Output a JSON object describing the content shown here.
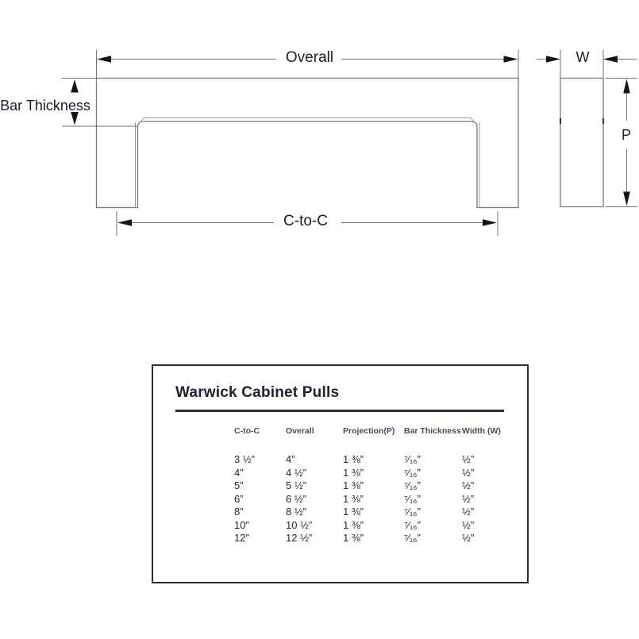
{
  "diagram": {
    "front_view": {
      "overall_label": "Overall",
      "bar_thickness_label": "Bar Thickness",
      "c_to_c_label": "C-to-C"
    },
    "side_view": {
      "width_label": "W",
      "projection_label": "P"
    }
  },
  "table": {
    "title": "Warwick Cabinet Pulls",
    "columns": [
      "C-to-C",
      "Overall",
      "Projection(P)",
      "Bar Thickness",
      "Width (W)"
    ],
    "rows": [
      [
        "3 ½”",
        "4”",
        "1 ⅜”",
        "⁷⁄₁₆”",
        "½”"
      ],
      [
        "4”",
        "4 ½”",
        "1 ⅜”",
        "⁷⁄₁₆”",
        "½”"
      ],
      [
        "5”",
        "5 ½”",
        "1 ⅜”",
        "⁷⁄₁₆”",
        "½”"
      ],
      [
        "6”",
        "6 ½”",
        "1 ⅜”",
        "⁷⁄₁₆”",
        "½”"
      ],
      [
        "8”",
        "8 ½”",
        "1 ⅜”",
        "⁷⁄₁₆”",
        "½”"
      ],
      [
        "10”",
        "10 ½”",
        "1 ⅜”",
        "⁷⁄₁₆”",
        "½”"
      ],
      [
        "12”",
        "12 ½”",
        "1 ⅜”",
        "⁷⁄₁₆”",
        "½”"
      ]
    ]
  },
  "colors": {
    "part_outline": "#7a7a7a",
    "detail_line": "#9a9a9a",
    "dimension_line": "#6f6f6f",
    "arrowhead": "#141414",
    "label_text": "#1b1d2a",
    "table_border": "#2e2e2e",
    "header_text": "#454c5c",
    "cell_text": "#252836"
  }
}
